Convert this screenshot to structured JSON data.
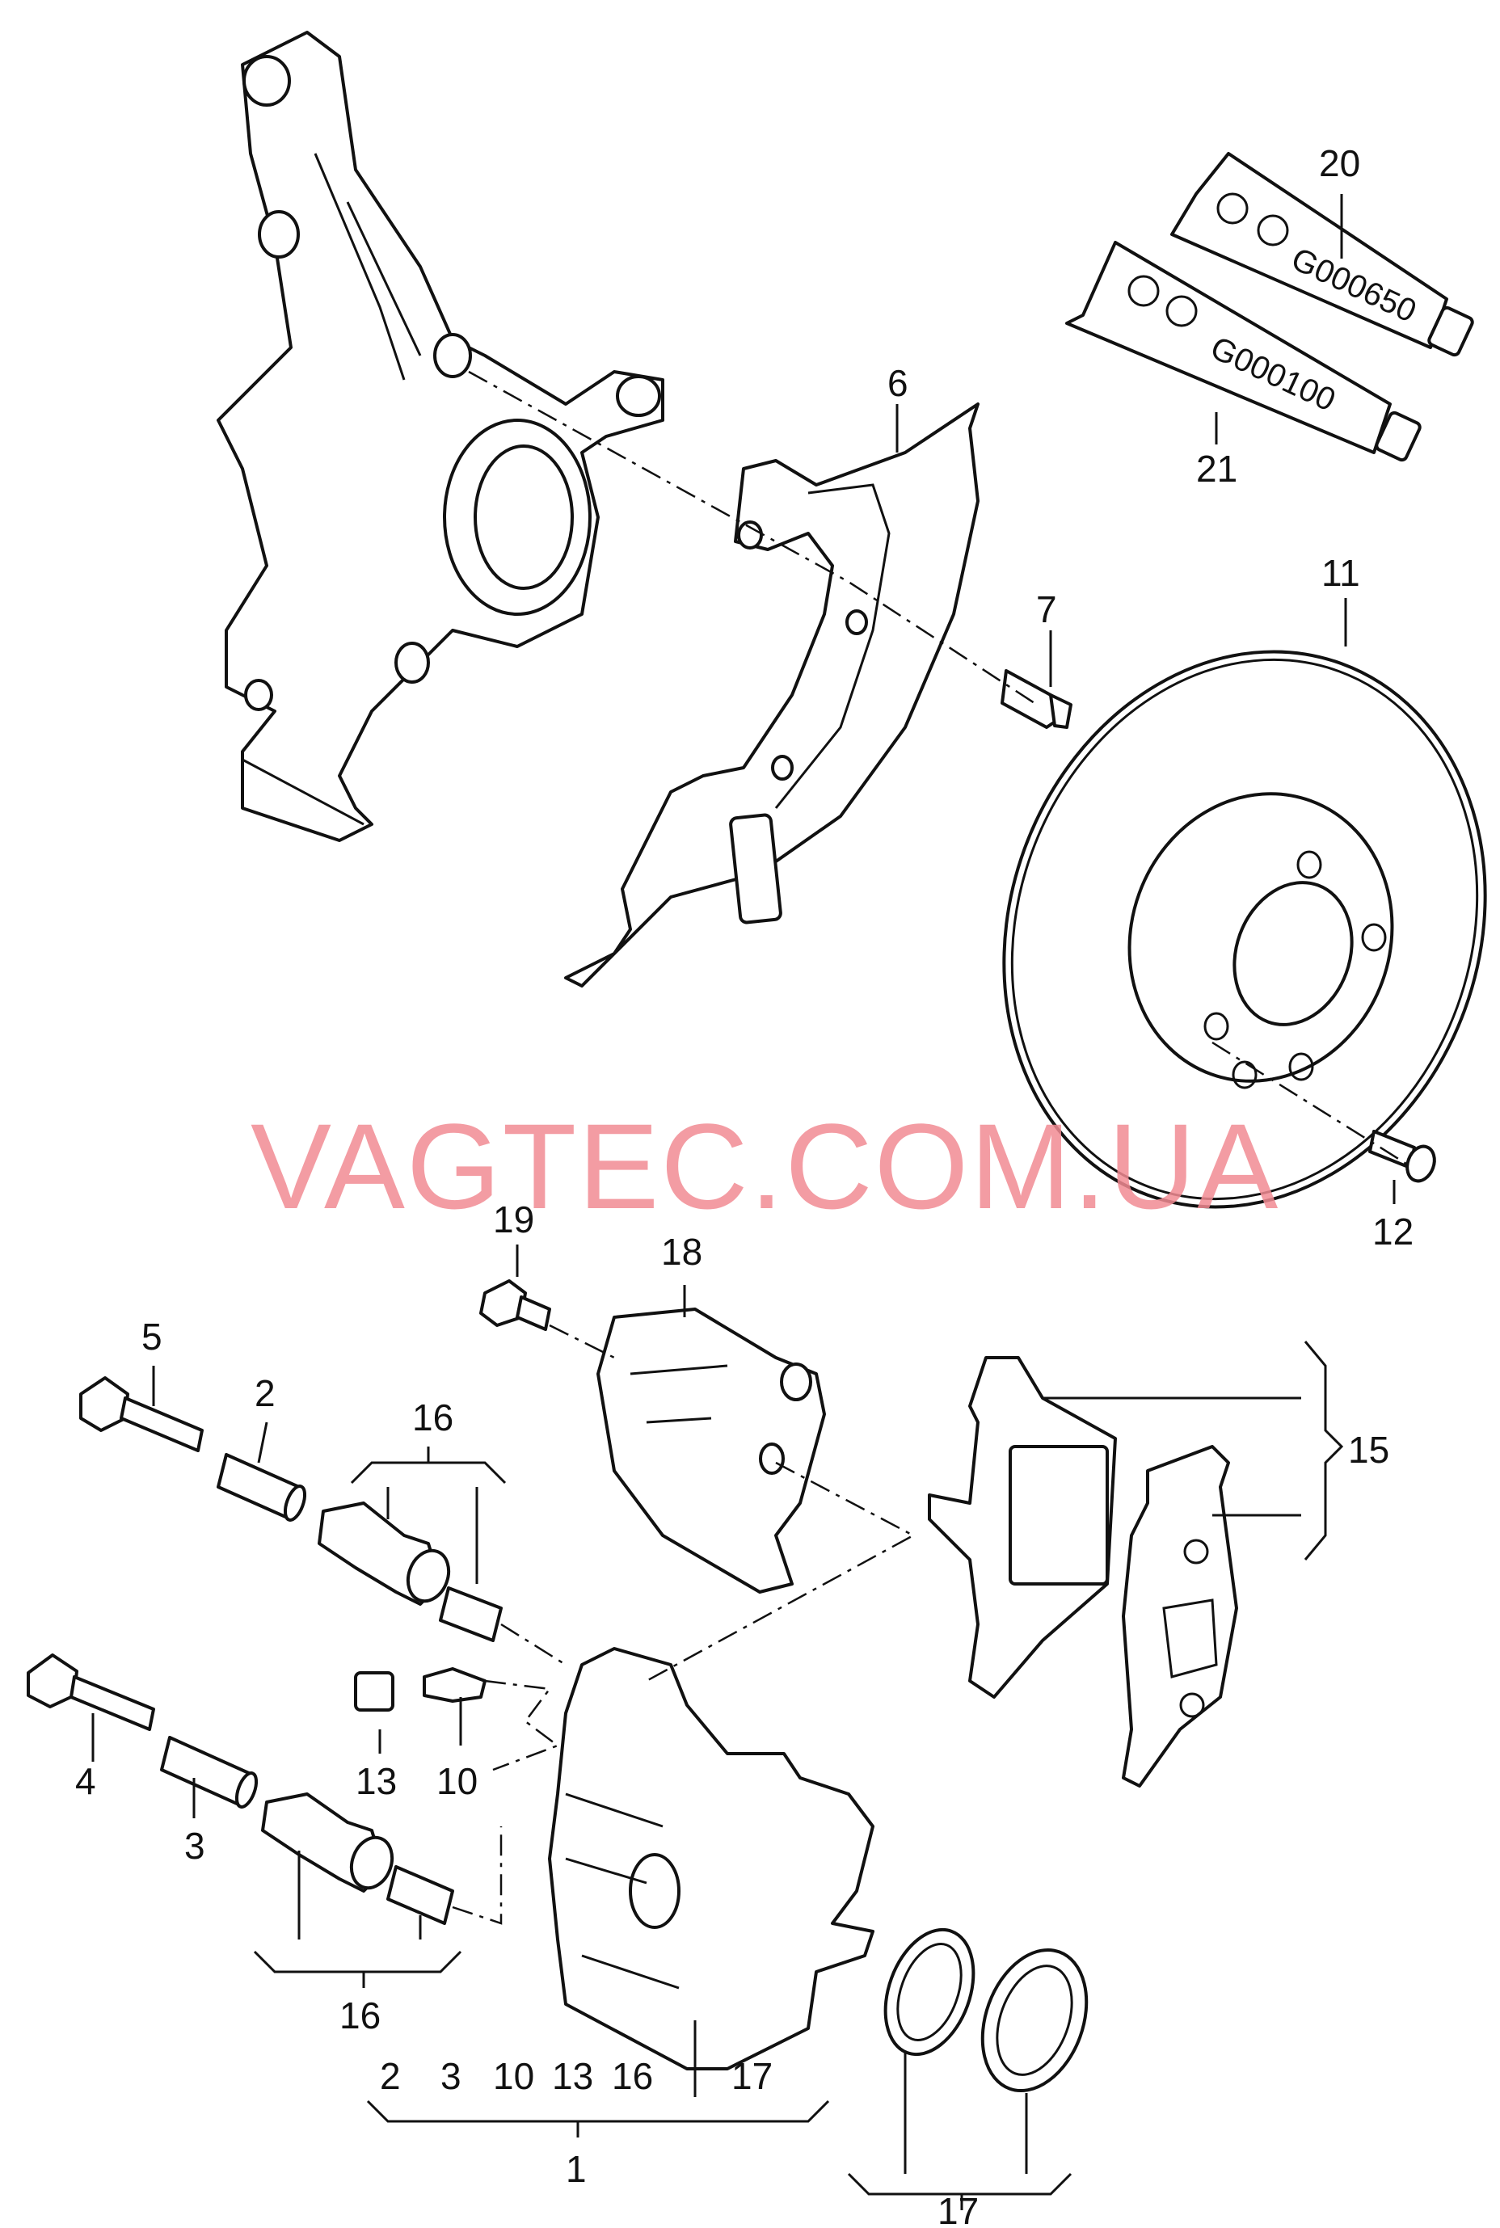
{
  "watermark": "VAGTEC.COM.UA",
  "tubes": [
    {
      "code": "G000650",
      "callout": "20"
    },
    {
      "code": "G000100",
      "callout": "21"
    }
  ],
  "callouts": {
    "c1": "1",
    "c2a": "2",
    "c2b": "2",
    "c3a": "3",
    "c3b": "3",
    "c4": "4",
    "c5": "5",
    "c6": "6",
    "c7": "7",
    "c10a": "10",
    "c10b": "10",
    "c11": "11",
    "c12": "12",
    "c13a": "13",
    "c13b": "13",
    "c15": "15",
    "c16a": "16",
    "c16b": "16",
    "c16c": "16",
    "c17a": "17",
    "c17b": "17",
    "c18": "18",
    "c19": "19"
  },
  "colors": {
    "line": "#111111",
    "watermark": "#f28b93"
  }
}
